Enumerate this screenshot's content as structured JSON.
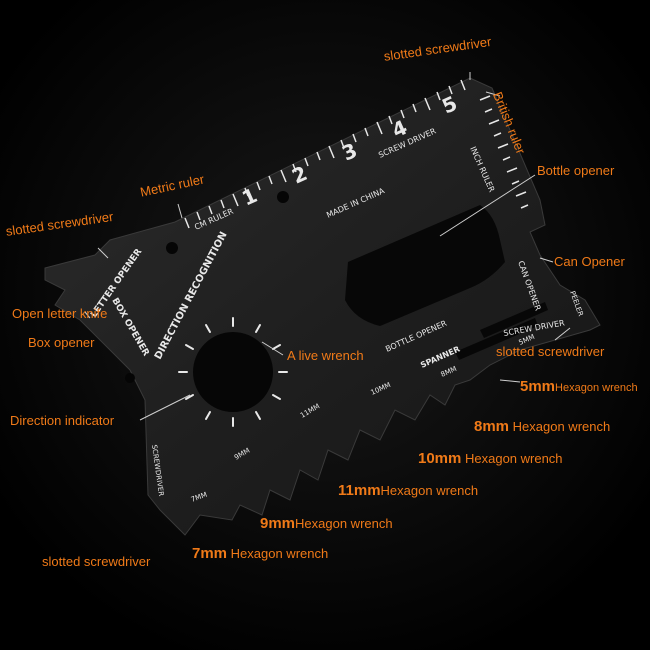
{
  "card": {
    "ruler_numbers": [
      "1",
      "2",
      "3",
      "4",
      "5"
    ],
    "cm_ruler": "CM RULER",
    "inch_ruler": "INCH RULER",
    "screw_driver_top": "SCREW DRIVER",
    "made_in": "MADE IN CHINA",
    "direction_recognition": "DIRECTION RECOGNITION",
    "letter_opener": "LETTER OPENER",
    "box_opener": "BOX OPENER",
    "bottle_opener": "BOTTLE OPENER",
    "can_opener": "CAN OPENER",
    "peeler": "PEELER",
    "screw_driver_right": "SCREW DRIVER",
    "spanner": "SPANNER",
    "mm10": "10MM",
    "mm8": "8MM",
    "mm11": "11MM",
    "mm9": "9MM",
    "mm7": "7MM",
    "mm5": "5MM",
    "screwdriver_left": "SCREWDRIVER"
  },
  "callouts": {
    "slotted_top": "slotted screwdriver",
    "british_ruler": "British ruler",
    "bottle_opener": "Bottle opener",
    "metric_ruler": "Metric ruler",
    "slotted_left": "slotted screwdriver",
    "can_opener": "Can Opener",
    "open_letter_knife": "Open letter knife",
    "box_opener": "Box opener",
    "slotted_right": "slotted screwdriver",
    "alive_wrench": "A live wrench",
    "hex5_size": "5mm",
    "hex5_label": "Hexagon wrench",
    "direction_indicator": "Direction indicator",
    "hex8_size": "8mm",
    "hex8_label": "Hexagon wrench",
    "hex10_size": "10mm",
    "hex10_label": "Hexagon wrench",
    "hex11_size": "11mm",
    "hex11_label": "Hexagon wrench",
    "hex9_size": "9mm",
    "hex9_label": "Hexagon wrench",
    "slotted_bottom": "slotted screwdriver",
    "hex7_size": "7mm",
    "hex7_label": "Hexagon wrench"
  },
  "colors": {
    "background": "#000000",
    "card": "#1e1e1e",
    "etching": "#e8e8e8",
    "callout": "#f07a18"
  }
}
